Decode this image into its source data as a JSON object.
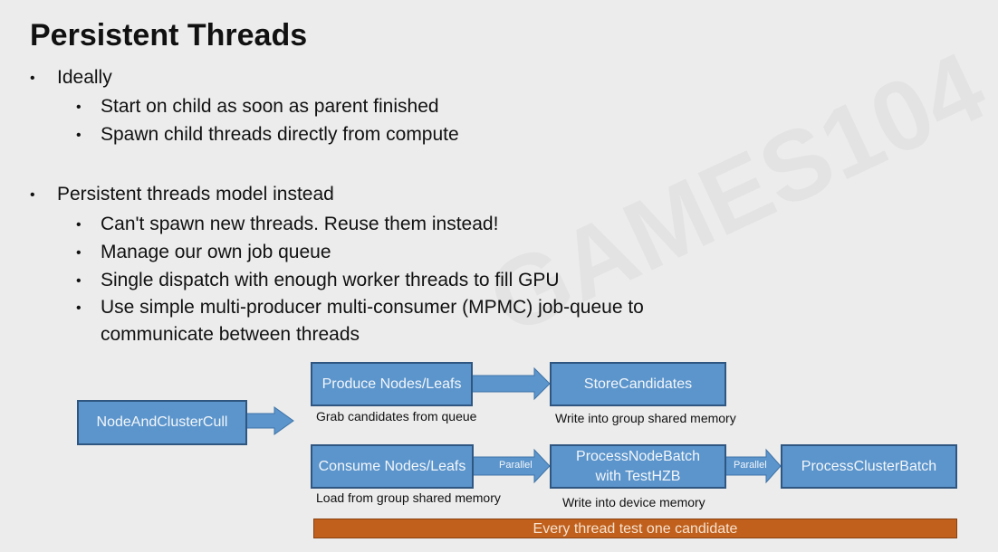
{
  "watermark": "GAMES104",
  "title": "Persistent Threads",
  "bullets": [
    {
      "text": "Ideally",
      "children": [
        "Start on child as soon as parent finished",
        "Spawn child threads directly from compute"
      ]
    },
    {
      "text": "Persistent threads model instead",
      "children": [
        "Can't spawn new threads. Reuse them instead!",
        "Manage our own job queue",
        "Single dispatch with enough worker threads to fill GPU",
        "Use simple multi-producer multi-consumer (MPMC) job-queue to",
        "communicate between threads"
      ]
    }
  ],
  "diagram": {
    "node_cull": "NodeAndClusterCull",
    "produce": "Produce Nodes/Leafs",
    "store": "StoreCandidates",
    "consume": "Consume Nodes/Leafs",
    "process_node_1": "ProcessNodeBatch",
    "process_node_2": "with TestHZB",
    "process_cluster": "ProcessClusterBatch",
    "parallel_1": "Parallel",
    "parallel_2": "Parallel",
    "cap_grab": "Grab candidates from queue",
    "cap_write_shared": "Write into group shared memory",
    "cap_load": "Load from group shared memory",
    "cap_write_device": "Write into device memory",
    "bar": "Every thread test one candidate",
    "box_color": "#5b95cc",
    "bar_color": "#c0601c"
  }
}
